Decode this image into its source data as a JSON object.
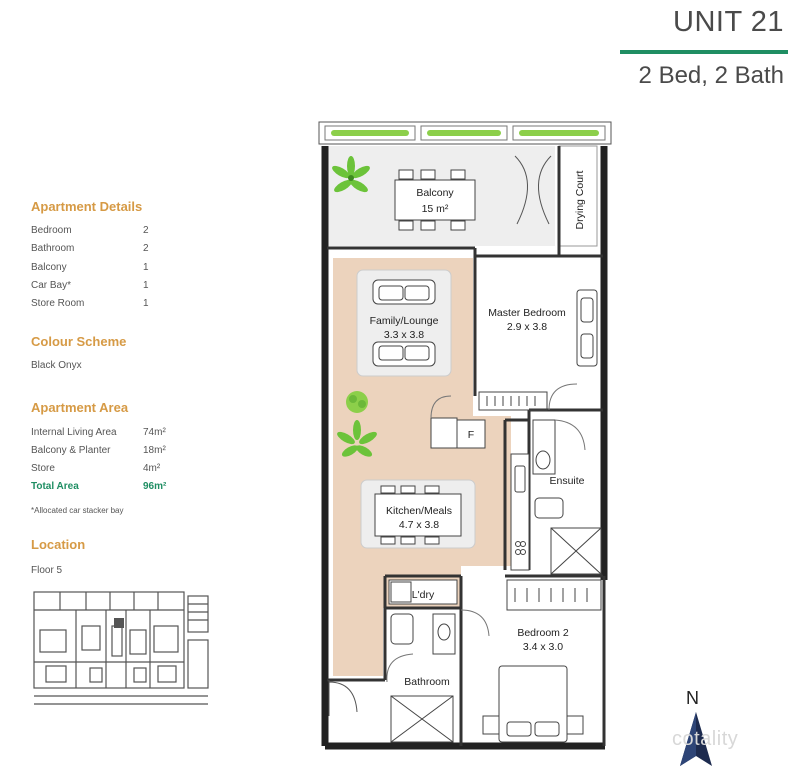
{
  "header": {
    "title": "UNIT 21",
    "subtitle": "2 Bed, 2 Bath"
  },
  "details": {
    "title": "Apartment Details",
    "rows": [
      {
        "label": "Bedroom",
        "value": "2"
      },
      {
        "label": "Bathroom",
        "value": "2"
      },
      {
        "label": "Balcony",
        "value": "1"
      },
      {
        "label": "Car Bay*",
        "value": "1"
      },
      {
        "label": "Store Room",
        "value": "1"
      }
    ]
  },
  "colour": {
    "title": "Colour Scheme",
    "value": "Black Onyx"
  },
  "area": {
    "title": "Apartment Area",
    "rows": [
      {
        "label": "Internal Living Area",
        "value": "74m²"
      },
      {
        "label": "Balcony & Planter",
        "value": "18m²"
      },
      {
        "label": "Store",
        "value": "4m²"
      }
    ],
    "total": {
      "label": "Total Area",
      "value": "96m²"
    },
    "note": "*Allocated car stacker bay"
  },
  "location": {
    "title": "Location",
    "floor": "Floor 5"
  },
  "plan": {
    "balcony": {
      "name": "Balcony",
      "size": "15 m²"
    },
    "drying_court": "Drying Court",
    "family": {
      "name": "Family/Lounge",
      "size": "3.3 x 3.8"
    },
    "master": {
      "name": "Master Bedroom",
      "size": "2.9 x 3.8"
    },
    "fridge": "F",
    "ensuite": "Ensuite",
    "kitchen": {
      "name": "Kitchen/Meals",
      "size": "4.7 x 3.8"
    },
    "laundry": "L'dry",
    "bedroom2": {
      "name": "Bedroom 2",
      "size": "3.4 x 3.0"
    },
    "bathroom": "Bathroom"
  },
  "compass": {
    "label": "N"
  },
  "watermark": "cotality",
  "colors": {
    "accent_green": "#1f8e63",
    "heading_gold": "#d69a45",
    "floor_timber": "#ecd3bd"
  }
}
